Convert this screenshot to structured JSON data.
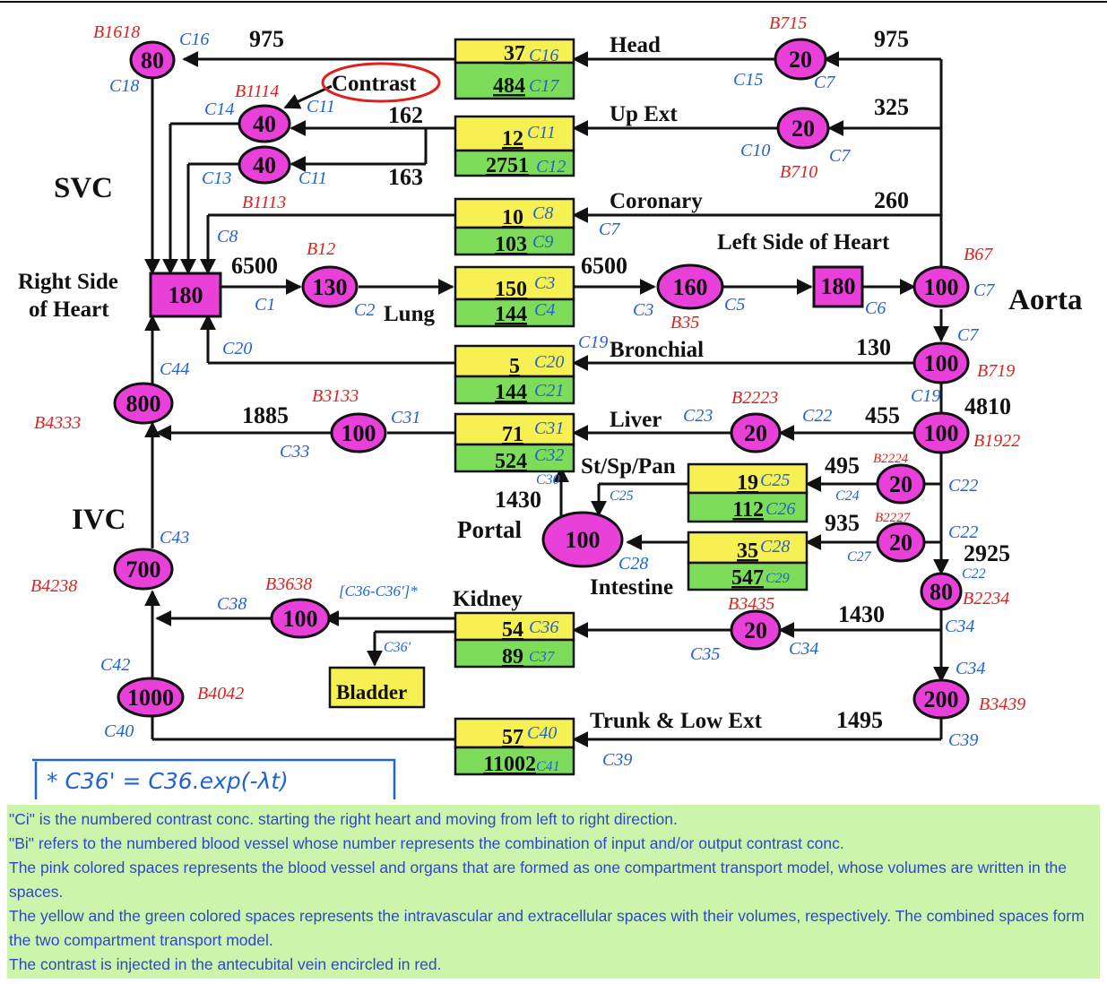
{
  "regions": {
    "svc": "SVC",
    "ivc": "IVC",
    "aorta": "Aorta",
    "right_heart_line1": "Right Side",
    "right_heart_line2": "of Heart",
    "left_heart": "Left Side of Heart",
    "portal": "Portal"
  },
  "organs": {
    "head": "Head",
    "up_ext": "Up Ext",
    "coronary": "Coronary",
    "lung": "Lung",
    "bronchial": "Bronchial",
    "liver": "Liver",
    "st_sp_pan": "St/Sp/Pan",
    "intestine": "Intestine",
    "kidney": "Kidney",
    "bladder": "Bladder",
    "trunk": "Trunk & Low Ext",
    "contrast": "Contrast"
  },
  "compartments": {
    "head": {
      "iv": "37",
      "ec": "484"
    },
    "up_ext": {
      "iv": "12",
      "ec": "2751"
    },
    "coronary": {
      "iv": "10",
      "ec": "103"
    },
    "lung": {
      "iv": "150",
      "ec": "144"
    },
    "bronchial": {
      "iv": "5",
      "ec": "144"
    },
    "liver": {
      "iv": "71",
      "ec": "524"
    },
    "st_sp_pan": {
      "iv": "19",
      "ec": "112"
    },
    "intestine": {
      "iv": "35",
      "ec": "547"
    },
    "kidney": {
      "iv": "54",
      "ec": "89"
    },
    "trunk": {
      "iv": "57",
      "ec": "11002"
    }
  },
  "vessels": {
    "svc_top": "80",
    "contrast_vein": "40",
    "up_ext_vein": "40",
    "right_heart": "180",
    "pulm_artery": "130",
    "pulm_vein": "160",
    "left_heart": "180",
    "aorta_root": "100",
    "aorta_desc": "100",
    "aorta_mid": "100",
    "head_artery": "20",
    "up_ext_artery": "20",
    "hepatic_artery": "20",
    "st_sp_artery": "20",
    "int_artery": "20",
    "aorta_abd": "80",
    "renal_artery": "20",
    "aorta_low": "200",
    "portal_vein": "100",
    "hepatic_vein": "100",
    "renal_vein": "100",
    "ivc_upper": "800",
    "ivc_mid": "700",
    "ivc_low": "1000"
  },
  "flows": {
    "head_venous": "975",
    "head_arterial": "975",
    "up_ext_arterial": "325",
    "up_ext_split_a": "162",
    "up_ext_split_b": "163",
    "coronary": "260",
    "cardiac_out_right": "6500",
    "cardiac_out_left": "6500",
    "bronchial": "130",
    "hepatic_venous": "1885",
    "hepatic_arterial": "455",
    "aorta_mid": "4810",
    "st_sp": "495",
    "intestine": "935",
    "portal": "1430",
    "aorta_abd": "2925",
    "renal": "1430",
    "trunk": "1495"
  },
  "conc_labels": {
    "c1": "C1",
    "c2": "C2",
    "c3_lung": "C3",
    "c3_vein": "C3",
    "c4": "C4",
    "c5": "C5",
    "c6": "C6",
    "c7_aorta": "C7",
    "c7_bronch": "C7",
    "c7_head": "C7",
    "c7_upext": "C7",
    "c7_coronary": "C7",
    "c8": "C8",
    "c9": "C9",
    "c10": "C10",
    "c11_a": "C11",
    "c11_b": "C11",
    "c11_c": "C11",
    "c12": "C12",
    "c13": "C13",
    "c14": "C14",
    "c15": "C15",
    "c16_a": "C16",
    "c16_b": "C16",
    "c17": "C17",
    "c18": "C18",
    "c19_a": "C19",
    "c19_b": "C19",
    "c20_a": "C20",
    "c20_b": "C20",
    "c21": "C21",
    "c22_a": "C22",
    "c22_b": "C22",
    "c22_c": "C22",
    "c22_d": "C22",
    "c23": "C23",
    "c24": "C24",
    "c25_a": "C25",
    "c25_b": "C25",
    "c26": "C26",
    "c27": "C27",
    "c28_a": "C28",
    "c28_b": "C28",
    "c29": "C29",
    "c30": "C30",
    "c31_a": "C31",
    "c31_b": "C31",
    "c32": "C32",
    "c33": "C33",
    "c34_a": "C34",
    "c34_b": "C34",
    "c34_c": "C34",
    "c35": "C35",
    "c36": "C36",
    "c36p": "C36'",
    "c36diff": "[C36-C36']*",
    "c37": "C37",
    "c38": "C38",
    "c39_a": "C39",
    "c39_b": "C39",
    "c40_a": "C40",
    "c40_b": "C40",
    "c41": "C41",
    "c42": "C42",
    "c43": "C43",
    "c44": "C44"
  },
  "vessel_labels": {
    "b1618": "B1618",
    "b1114": "B1114",
    "b1113": "B1113",
    "b12": "B12",
    "b715": "B715",
    "b710": "B710",
    "b67": "B67",
    "b35": "B35",
    "b719": "B719",
    "b1922": "B1922",
    "b2223": "B2223",
    "b2224": "B2224",
    "b2227": "B2227",
    "b2234": "B2234",
    "b3133": "B3133",
    "b3435": "B3435",
    "b3439": "B3439",
    "b3638": "B3638",
    "b4333": "B4333",
    "b4238": "B4238",
    "b4042": "B4042"
  },
  "formula": "* C36' = C36.exp(-λt)",
  "notes": [
    "\"Ci\" is the numbered contrast conc. starting the right heart and moving from left to right direction.",
    "\"Bi\" refers to the numbered blood vessel whose number represents the combination of input and/or output contrast conc.",
    "The pink colored spaces represents the blood vessel and organs that are formed as one compartment transport model, whose volumes are written in the spaces.",
    "The yellow and the green colored spaces represents the intravascular and extracellular spaces with their volumes, respectively. The combined spaces form the two compartment transport model.",
    "The contrast is injected in the antecubital vein encircled in red."
  ],
  "colors": {
    "pink": "#e840d8",
    "yellow": "#f6f052",
    "green": "#7ddc5a",
    "blue_annot": "#1f63d0",
    "red_annot": "#e0201c",
    "notes_bg": "#ccf4aa",
    "notes_text": "#2d48c9"
  }
}
